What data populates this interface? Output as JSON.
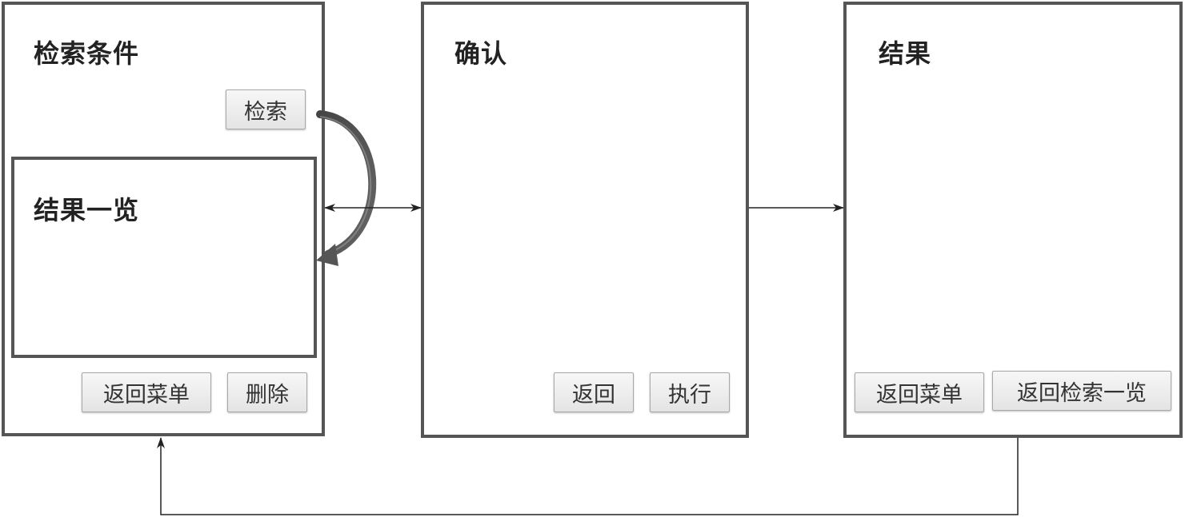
{
  "search_panel": {
    "title": "检索条件",
    "search_button": "检索",
    "results_box": {
      "title": "结果一览"
    },
    "return_menu_button": "返回菜单",
    "delete_button": "删除"
  },
  "confirm_panel": {
    "title": "确认",
    "back_button": "返回",
    "execute_button": "执行"
  },
  "result_panel": {
    "title": "结果",
    "return_menu_button": "返回菜单",
    "return_search_list_button": "返回检索一览"
  },
  "colors": {
    "panel_border": "#555555",
    "button_fill": "#eeeeee",
    "connector": "#222222"
  }
}
